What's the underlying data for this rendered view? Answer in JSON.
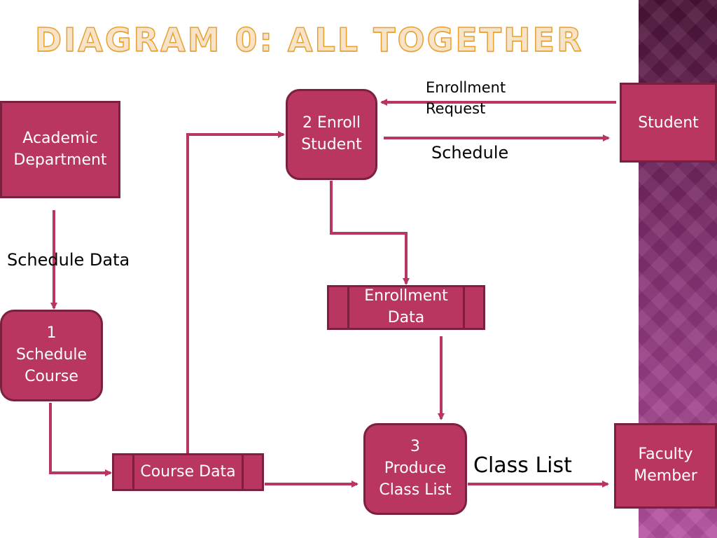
{
  "title": "Diagram 0:  All together",
  "nodes": {
    "academic_department": "Academic\nDepartment",
    "schedule_course": "1\nSchedule\nCourse",
    "enroll_student": "2 Enroll\nStudent",
    "student": "Student",
    "enrollment_data": "Enrollment\nData",
    "course_data": "Course Data",
    "produce_class_list": "3\nProduce\nClass List",
    "faculty_member": "Faculty\nMember"
  },
  "flows": {
    "schedule_data": "Schedule Data",
    "enrollment_request": "Enrollment\nRequest",
    "schedule": "Schedule",
    "class_list": "Class List"
  },
  "colors": {
    "node_fill": "#b8365f",
    "node_border": "#7d1f3e",
    "arrow": "#b8365f",
    "title": "#e9a02f"
  }
}
